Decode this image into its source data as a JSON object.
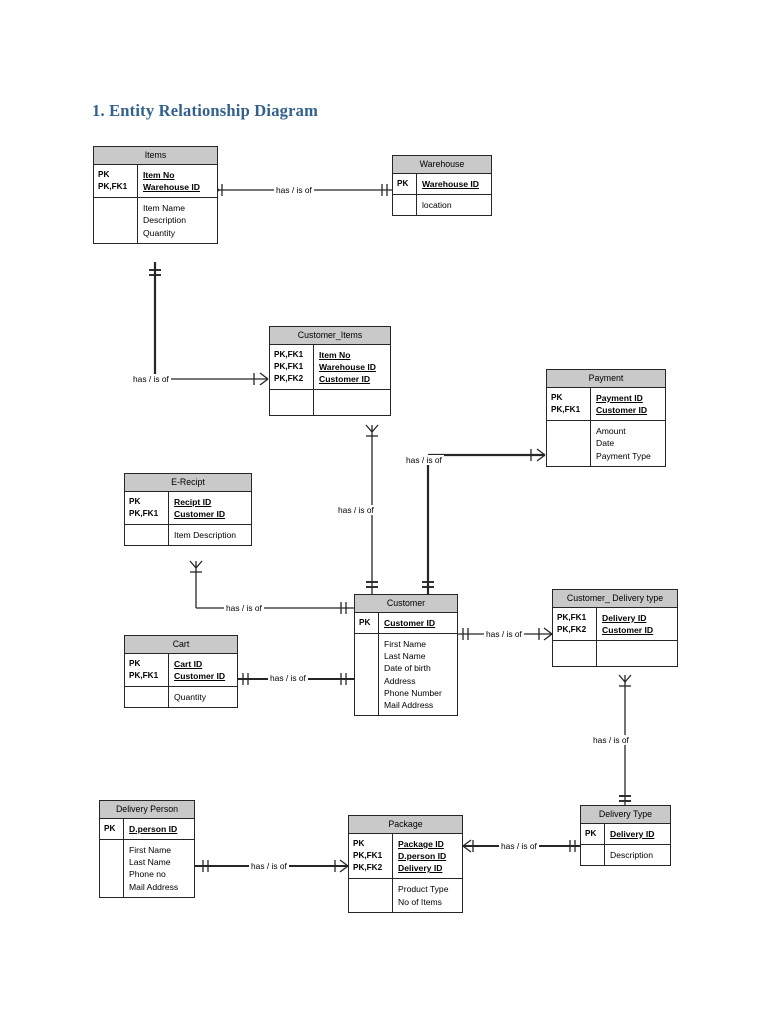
{
  "document": {
    "title": "1. Entity Relationship Diagram",
    "title_color": "#31618c",
    "background": "#ffffff"
  },
  "theme": {
    "entity_header_fill": "#c9c9c9",
    "entity_border": "#262626",
    "line_color": "#262626",
    "text_color": "#000000"
  },
  "diagram": {
    "type": "entity-relationship-diagram",
    "notation": "crows-foot",
    "relationship_label": "has / is of",
    "entities": [
      {
        "id": "items",
        "name": "Items",
        "keys": [
          "PK",
          "PK,FK1"
        ],
        "key_attributes": [
          "Item No",
          "Warehouse ID"
        ],
        "attributes": [
          "Item Name",
          "Description",
          "Quantity"
        ]
      },
      {
        "id": "warehouse",
        "name": "Warehouse",
        "keys": [
          "PK"
        ],
        "key_attributes": [
          "Warehouse ID"
        ],
        "attributes": [
          "location"
        ]
      },
      {
        "id": "customer_items",
        "name": "Customer_Items",
        "keys": [
          "PK,FK1",
          "PK,FK1",
          "PK,FK2"
        ],
        "key_attributes": [
          "Item No",
          "Warehouse ID",
          "Customer ID"
        ],
        "attributes": []
      },
      {
        "id": "payment",
        "name": "Payment",
        "keys": [
          "PK",
          "PK,FK1"
        ],
        "key_attributes": [
          "Payment ID",
          "Customer ID"
        ],
        "attributes": [
          "Amount",
          "Date",
          "Payment Type"
        ]
      },
      {
        "id": "e_recipt",
        "name": "E-Recipt",
        "keys": [
          "PK",
          "PK,FK1"
        ],
        "key_attributes": [
          "Recipt ID",
          "Customer ID"
        ],
        "attributes": [
          "Item Description"
        ]
      },
      {
        "id": "customer",
        "name": "Customer",
        "keys": [
          "PK"
        ],
        "key_attributes": [
          "Customer ID"
        ],
        "attributes": [
          "First Name",
          "Last Name",
          "Date of birth",
          "Address",
          "Phone Number",
          "Mail Address"
        ]
      },
      {
        "id": "customer_delivery_type",
        "name": "Customer_ Delivery type",
        "keys": [
          "PK,FK1",
          "PK,FK2"
        ],
        "key_attributes": [
          "Delivery ID",
          "Customer ID"
        ],
        "attributes": []
      },
      {
        "id": "cart",
        "name": "Cart",
        "keys": [
          "PK",
          "PK,FK1"
        ],
        "key_attributes": [
          "Cart ID",
          "Customer ID"
        ],
        "attributes": [
          "Quantity"
        ]
      },
      {
        "id": "delivery_person",
        "name": "Delivery Person",
        "keys": [
          "PK"
        ],
        "key_attributes": [
          "D.person  ID"
        ],
        "attributes": [
          "First Name",
          "Last Name",
          "Phone no",
          "Mail Address"
        ]
      },
      {
        "id": "package",
        "name": "Package",
        "keys": [
          "PK",
          "PK,FK1",
          "PK,FK2"
        ],
        "key_attributes": [
          "Package ID",
          "D.person  ID",
          "Delivery ID"
        ],
        "attributes": [
          "Product Type",
          "No of Items"
        ]
      },
      {
        "id": "delivery_type",
        "name": "Delivery Type",
        "keys": [
          "PK"
        ],
        "key_attributes": [
          "Delivery ID"
        ],
        "attributes": [
          "Description"
        ]
      }
    ],
    "relationships": [
      {
        "id": "r1",
        "from": "items",
        "to": "warehouse",
        "label": "has / is of"
      },
      {
        "id": "r2",
        "from": "items",
        "to": "customer_items",
        "label": "has / is of"
      },
      {
        "id": "r3",
        "from": "customer_items",
        "to": "customer",
        "label": "has / is of"
      },
      {
        "id": "r4",
        "from": "customer",
        "to": "payment",
        "label": "has / is of"
      },
      {
        "id": "r5",
        "from": "e_recipt",
        "to": "customer",
        "label": "has / is of"
      },
      {
        "id": "r6",
        "from": "cart",
        "to": "customer",
        "label": "has / is of"
      },
      {
        "id": "r7",
        "from": "customer",
        "to": "customer_delivery_type",
        "label": "has / is of"
      },
      {
        "id": "r8",
        "from": "customer_delivery_type",
        "to": "delivery_type",
        "label": "has / is of"
      },
      {
        "id": "r9",
        "from": "delivery_person",
        "to": "package",
        "label": "has / is of"
      },
      {
        "id": "r10",
        "from": "package",
        "to": "delivery_type",
        "label": "has / is of"
      }
    ]
  }
}
